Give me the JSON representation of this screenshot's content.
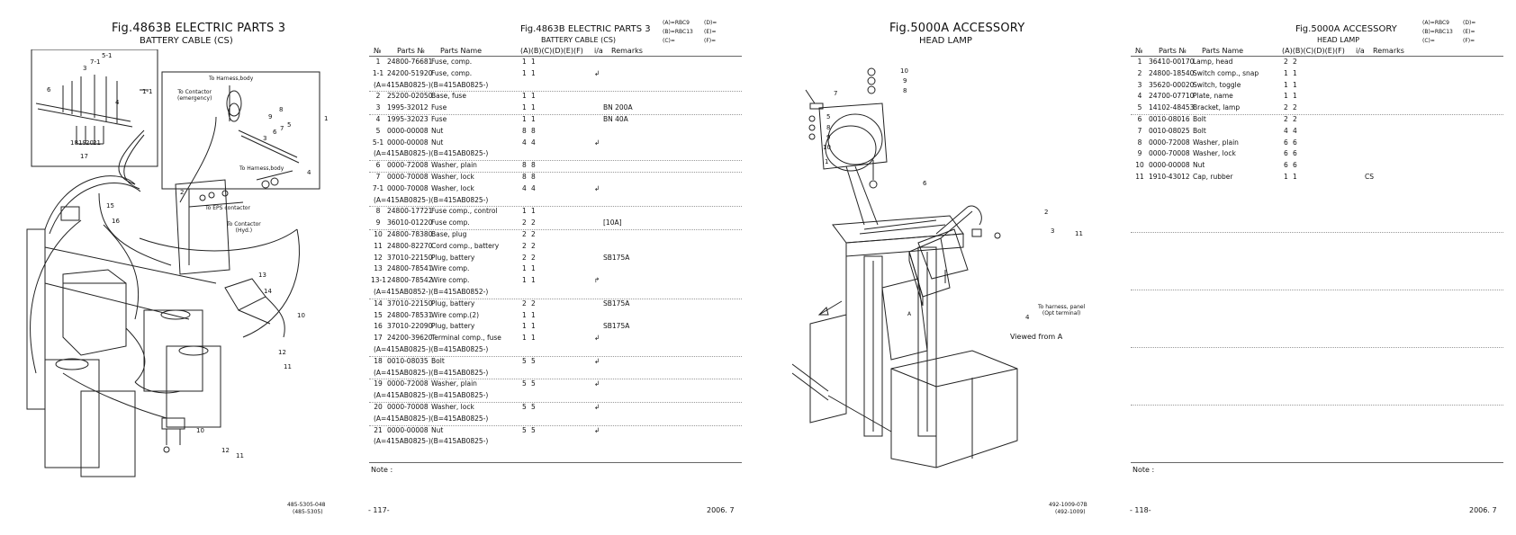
{
  "left_page": {
    "figure_title": "Fig.4863B  ELECTRIC PARTS 3",
    "figure_subtitle": "BATTERY CABLE (CS)",
    "drawing_labels": {
      "to_harness_body_top": "To Harness,body",
      "to_contactor_emergency": "To Contactor\n(emergency)",
      "to_harness_body_mid": "To Harness,body",
      "to_eps_contactor": "To EPS contactor",
      "to_contactor_hyd": "To Contactor\n(Hyd.)",
      "callouts": [
        "5-1",
        "7-1",
        "3",
        "6",
        "4",
        "1-1",
        "18",
        "19",
        "20",
        "21",
        "17",
        "1",
        "8",
        "9",
        "3",
        "6",
        "7",
        "5",
        "4",
        "2",
        "15",
        "16",
        "13",
        "14",
        "10",
        "12",
        "11",
        "10",
        "12",
        "11"
      ]
    },
    "drawing_number": "485-5305-048",
    "drawing_ref": "(485-5305)",
    "table_title": "Fig.4863B  ELECTRIC PARTS 3",
    "table_subtitle": "BATTERY CABLE (CS)",
    "codes": [
      "(A)=RBC9",
      "(B)=RBC13",
      "(C)=",
      "(D)=",
      "(E)=",
      "(F)="
    ],
    "headers": {
      "no": "№",
      "parts_no": "Parts №",
      "parts_name": "Parts Name",
      "cols": "(A)(B)(C)(D)(E)(F)",
      "ia": "i/a",
      "remarks": "Remarks"
    },
    "rows": [
      {
        "no": "1",
        "pn": "24800-76681",
        "name": "Fuse, comp.",
        "a": "1",
        "b": "1",
        "ia": "",
        "rem": "",
        "sep": "none"
      },
      {
        "no": "1-1",
        "pn": "24200-51920",
        "name": "Fuse, comp.",
        "a": "1",
        "b": "1",
        "ia": "↲",
        "rem": "",
        "sep": "none"
      },
      {
        "no": "",
        "pn": "(A=415AB0825-)(B=415AB0825-)",
        "name": "",
        "a": "",
        "b": "",
        "ia": "",
        "rem": "",
        "sep": "dot"
      },
      {
        "no": "2",
        "pn": "25200-02050",
        "name": "Base, fuse",
        "a": "1",
        "b": "1",
        "ia": "",
        "rem": "",
        "sep": "none"
      },
      {
        "no": "3",
        "pn": "1995-32012",
        "name": "Fuse",
        "a": "1",
        "b": "1",
        "ia": "",
        "rem": "BN 200A",
        "sep": "dot"
      },
      {
        "no": "4",
        "pn": "1995-32023",
        "name": "Fuse",
        "a": "1",
        "b": "1",
        "ia": "",
        "rem": "BN 40A",
        "sep": "none"
      },
      {
        "no": "5",
        "pn": "0000-00008",
        "name": "Nut",
        "a": "8",
        "b": "8",
        "ia": "",
        "rem": "",
        "sep": "none"
      },
      {
        "no": "5-1",
        "pn": "0000-00008",
        "name": "Nut",
        "a": "4",
        "b": "4",
        "ia": "↲",
        "rem": "",
        "sep": "none"
      },
      {
        "no": "",
        "pn": "(A=415AB0825-)(B=415AB0825-)",
        "name": "",
        "a": "",
        "b": "",
        "ia": "",
        "rem": "",
        "sep": "dot"
      },
      {
        "no": "6",
        "pn": "0000-72008",
        "name": "Washer, plain",
        "a": "8",
        "b": "8",
        "ia": "",
        "rem": "",
        "sep": "dot"
      },
      {
        "no": "7",
        "pn": "0000-70008",
        "name": "Washer, lock",
        "a": "8",
        "b": "8",
        "ia": "",
        "rem": "",
        "sep": "none"
      },
      {
        "no": "7-1",
        "pn": "0000-70008",
        "name": "Washer, lock",
        "a": "4",
        "b": "4",
        "ia": "↲",
        "rem": "",
        "sep": "none"
      },
      {
        "no": "",
        "pn": "(A=415AB0825-)(B=415AB0825-)",
        "name": "",
        "a": "",
        "b": "",
        "ia": "",
        "rem": "",
        "sep": "dot"
      },
      {
        "no": "8",
        "pn": "24800-17721",
        "name": "Fuse comp., control",
        "a": "1",
        "b": "1",
        "ia": "",
        "rem": "",
        "sep": "none"
      },
      {
        "no": "9",
        "pn": "36010-01220",
        "name": "Fuse comp.",
        "a": "2",
        "b": "2",
        "ia": "",
        "rem": "[10A]",
        "sep": "dot"
      },
      {
        "no": "10",
        "pn": "24800-78380",
        "name": "Base, plug",
        "a": "2",
        "b": "2",
        "ia": "",
        "rem": "",
        "sep": "none"
      },
      {
        "no": "11",
        "pn": "24800-82270",
        "name": "Cord comp., battery",
        "a": "2",
        "b": "2",
        "ia": "",
        "rem": "",
        "sep": "none"
      },
      {
        "no": "12",
        "pn": "37010-22150",
        "name": "Plug, battery",
        "a": "2",
        "b": "2",
        "ia": "",
        "rem": "SB175A",
        "sep": "none"
      },
      {
        "no": "13",
        "pn": "24800-78541",
        "name": "Wire comp.",
        "a": "1",
        "b": "1",
        "ia": "",
        "rem": "",
        "sep": "none"
      },
      {
        "no": "13-1",
        "pn": "24800-78542",
        "name": "Wire comp.",
        "a": "1",
        "b": "1",
        "ia": "↱",
        "rem": "",
        "sep": "none"
      },
      {
        "no": "",
        "pn": "(A=415AB0852-)(B=415AB0852-)",
        "name": "",
        "a": "",
        "b": "",
        "ia": "",
        "rem": "",
        "sep": "dot"
      },
      {
        "no": "14",
        "pn": "37010-22150",
        "name": "Plug, battery",
        "a": "2",
        "b": "2",
        "ia": "",
        "rem": "SB175A",
        "sep": "none"
      },
      {
        "no": "15",
        "pn": "24800-78531",
        "name": "Wire comp.(2)",
        "a": "1",
        "b": "1",
        "ia": "",
        "rem": "",
        "sep": "none"
      },
      {
        "no": "16",
        "pn": "37010-22090",
        "name": "Plug, battery",
        "a": "1",
        "b": "1",
        "ia": "",
        "rem": "SB175A",
        "sep": "none"
      },
      {
        "no": "17",
        "pn": "24200-39620",
        "name": "Terminal comp., fuse",
        "a": "1",
        "b": "1",
        "ia": "↲",
        "rem": "",
        "sep": "none"
      },
      {
        "no": "",
        "pn": "(A=415AB0825-)(B=415AB0825-)",
        "name": "",
        "a": "",
        "b": "",
        "ia": "",
        "rem": "",
        "sep": "dot"
      },
      {
        "no": "18",
        "pn": "0010-08035",
        "name": "Bolt",
        "a": "5",
        "b": "5",
        "ia": "↲",
        "rem": "",
        "sep": "none"
      },
      {
        "no": "",
        "pn": "(A=415AB0825-)(B=415AB0825-)",
        "name": "",
        "a": "",
        "b": "",
        "ia": "",
        "rem": "",
        "sep": "dot"
      },
      {
        "no": "19",
        "pn": "0000-72008",
        "name": "Washer, plain",
        "a": "5",
        "b": "5",
        "ia": "↲",
        "rem": "",
        "sep": "none"
      },
      {
        "no": "",
        "pn": "(A=415AB0825-)(B=415AB0825-)",
        "name": "",
        "a": "",
        "b": "",
        "ia": "",
        "rem": "",
        "sep": "dot"
      },
      {
        "no": "20",
        "pn": "0000-70008",
        "name": "Washer, lock",
        "a": "5",
        "b": "5",
        "ia": "↲",
        "rem": "",
        "sep": "none"
      },
      {
        "no": "",
        "pn": "(A=415AB0825-)(B=415AB0825-)",
        "name": "",
        "a": "",
        "b": "",
        "ia": "",
        "rem": "",
        "sep": "dot"
      },
      {
        "no": "21",
        "pn": "0000-00008",
        "name": "Nut",
        "a": "5",
        "b": "5",
        "ia": "↲",
        "rem": "",
        "sep": "none"
      },
      {
        "no": "",
        "pn": "(A=415AB0825-)(B=415AB0825-)",
        "name": "",
        "a": "",
        "b": "",
        "ia": "",
        "rem": "",
        "sep": "none"
      }
    ],
    "note": "Note :",
    "page_number": "- 117-",
    "date": "2006. 7"
  },
  "right_page": {
    "figure_title": "Fig.5000A  ACCESSORY",
    "figure_subtitle": "HEAD LAMP",
    "drawing_labels": {
      "to_harness_panel": "To harness, panel\n(Opt terminal)",
      "viewed_from": "Viewed from A",
      "arrow_a": "A",
      "callouts": [
        "10",
        "9",
        "8",
        "7",
        "5",
        "8",
        "9",
        "10",
        "1",
        "6",
        "2",
        "3",
        "11",
        "4"
      ]
    },
    "drawing_number": "492-1009-07B",
    "drawing_ref": "(492-1009)",
    "table_title": "Fig.5000A  ACCESSORY",
    "table_subtitle": "HEAD LAMP",
    "codes": [
      "(A)=RBC9",
      "(B)=RBC13",
      "(C)=",
      "(D)=",
      "(E)=",
      "(F)="
    ],
    "headers": {
      "no": "№",
      "parts_no": "Parts №",
      "parts_name": "Parts Name",
      "cols": "(A)(B)(C)(D)(E)(F)",
      "ia": "i/a",
      "remarks": "Remarks"
    },
    "rows": [
      {
        "no": "1",
        "pn": "36410-00170",
        "name": "Lamp, head",
        "a": "2",
        "b": "2",
        "ia": "",
        "rem": "",
        "sep": "none"
      },
      {
        "no": "2",
        "pn": "24800-18540",
        "name": "Switch comp., snap",
        "a": "1",
        "b": "1",
        "ia": "",
        "rem": "",
        "sep": "none"
      },
      {
        "no": "3",
        "pn": "35620-00020",
        "name": "Switch, toggle",
        "a": "1",
        "b": "1",
        "ia": "",
        "rem": "",
        "sep": "none"
      },
      {
        "no": "4",
        "pn": "24700-07710",
        "name": "Plate, name",
        "a": "1",
        "b": "1",
        "ia": "",
        "rem": "",
        "sep": "none"
      },
      {
        "no": "5",
        "pn": "14102-48453",
        "name": "Bracket, lamp",
        "a": "2",
        "b": "2",
        "ia": "",
        "rem": "",
        "sep": "dot"
      },
      {
        "no": "6",
        "pn": "0010-08016",
        "name": "Bolt",
        "a": "2",
        "b": "2",
        "ia": "",
        "rem": "",
        "sep": "none"
      },
      {
        "no": "7",
        "pn": "0010-08025",
        "name": "Bolt",
        "a": "4",
        "b": "4",
        "ia": "",
        "rem": "",
        "sep": "none"
      },
      {
        "no": "8",
        "pn": "0000-72008",
        "name": "Washer, plain",
        "a": "6",
        "b": "6",
        "ia": "",
        "rem": "",
        "sep": "none"
      },
      {
        "no": "9",
        "pn": "0000-70008",
        "name": "Washer, lock",
        "a": "6",
        "b": "6",
        "ia": "",
        "rem": "",
        "sep": "none"
      },
      {
        "no": "10",
        "pn": "0000-00008",
        "name": "Nut",
        "a": "6",
        "b": "6",
        "ia": "",
        "rem": "",
        "sep": "none"
      },
      {
        "no": "11",
        "pn": "1910-43012",
        "name": "Cap, rubber",
        "a": "1",
        "b": "1",
        "ia": "",
        "rem": "CS",
        "sep": "none"
      }
    ],
    "note": "Note :",
    "page_number": "- 118-",
    "date": "2006. 7"
  }
}
